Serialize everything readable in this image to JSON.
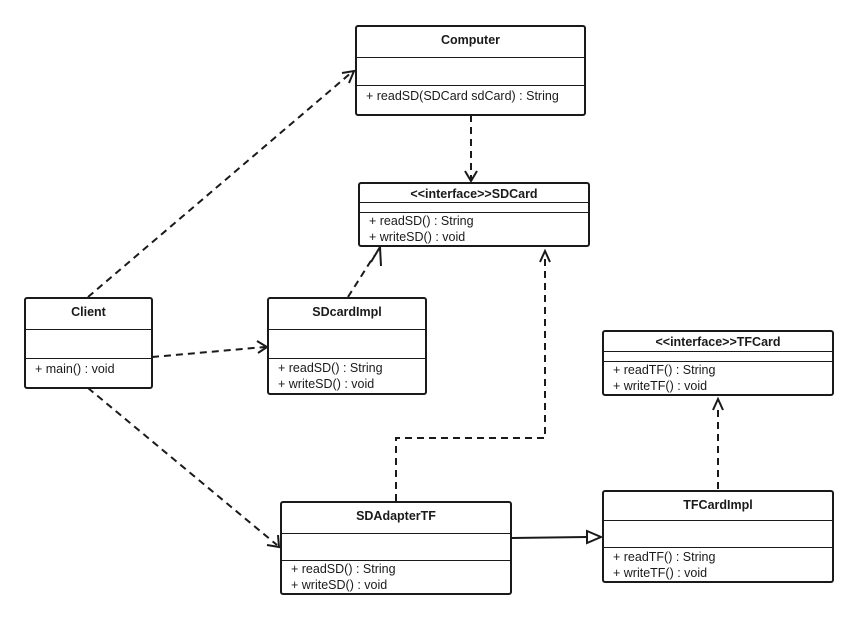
{
  "colors": {
    "stroke": "#1a1a1a",
    "background": "#ffffff"
  },
  "classes": {
    "computer": {
      "name": "Computer",
      "operations": [
        "+ readSD(SDCard sdCard) : String"
      ]
    },
    "sdcard": {
      "name": "<<interface>>SDCard",
      "operations": [
        "+ readSD() : String",
        "+ writeSD() : void"
      ]
    },
    "client": {
      "name": "Client",
      "operations": [
        "+ main() : void"
      ]
    },
    "sdcardimpl": {
      "name": "SDcardImpl",
      "operations": [
        "+ readSD() : String",
        "+ writeSD() : void"
      ]
    },
    "tfcard": {
      "name": "<<interface>>TFCard",
      "operations": [
        "+ readTF() : String",
        "+ writeTF() : void"
      ]
    },
    "sdadaptertf": {
      "name": "SDAdapterTF",
      "operations": [
        "+ readSD() : String",
        "+ writeSD() : void"
      ]
    },
    "tfcardimpl": {
      "name": "TFCardImpl",
      "operations": [
        "+ readTF() : String",
        "+ writeTF() : void"
      ]
    }
  },
  "relations": [
    {
      "from": "Client",
      "to": "Computer",
      "kind": "dependency"
    },
    {
      "from": "Client",
      "to": "SDcardImpl",
      "kind": "dependency"
    },
    {
      "from": "Client",
      "to": "SDAdapterTF",
      "kind": "dependency"
    },
    {
      "from": "Computer",
      "to": "<<interface>>SDCard",
      "kind": "dependency"
    },
    {
      "from": "SDcardImpl",
      "to": "<<interface>>SDCard",
      "kind": "realization"
    },
    {
      "from": "SDAdapterTF",
      "to": "<<interface>>SDCard",
      "kind": "realization"
    },
    {
      "from": "TFCardImpl",
      "to": "<<interface>>TFCard",
      "kind": "realization"
    },
    {
      "from": "SDAdapterTF",
      "to": "TFCardImpl",
      "kind": "association"
    }
  ]
}
